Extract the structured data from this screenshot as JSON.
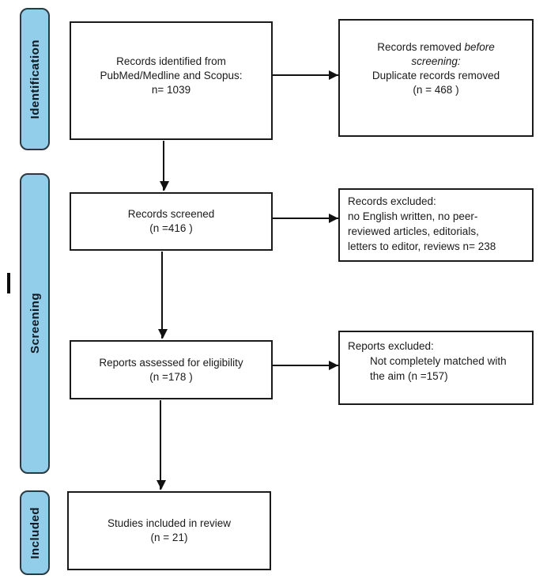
{
  "colors": {
    "stage_fill": "#92cdea",
    "stage_border": "#2b3a42",
    "box_border": "#1b1b1b",
    "arrow": "#111111",
    "text": "#1a1a1a"
  },
  "stages": {
    "identification": "Identification",
    "screening": "Screening",
    "included": "Included"
  },
  "boxes": {
    "identified": "Records identified from\nPubMed/Medline and Scopus:\nn= 1039",
    "removed": {
      "line1_normal": "Records removed ",
      "line1_italic": "before",
      "line2_italic": "screening:",
      "line3": "Duplicate records removed",
      "line4": "(n = 468 )"
    },
    "screened": "Records screened\n(n =416 )",
    "records_excluded": "Records excluded:\nno English written, no peer-\nreviewed articles, editorials,\nletters to editor, reviews n= 238",
    "assessed": "Reports assessed for eligibility\n(n =178 )",
    "reports_excluded": {
      "title": "Reports excluded:",
      "detail": "Not completely matched with\nthe aim (n =157)"
    },
    "included": "Studies included in review\n(n = 21)"
  }
}
